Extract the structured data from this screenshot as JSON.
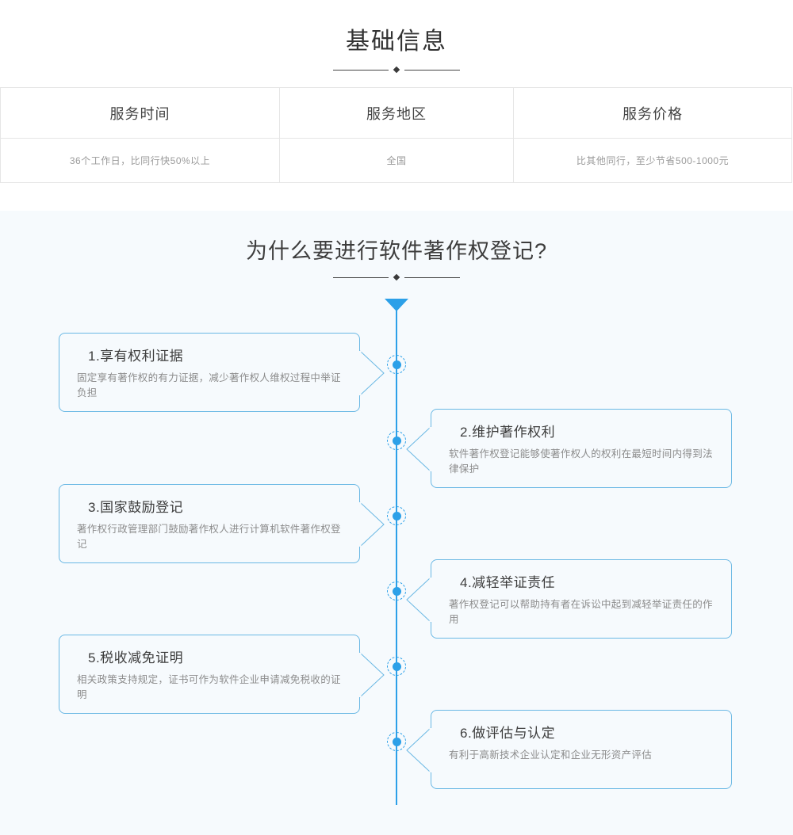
{
  "basic_info": {
    "title": "基础信息",
    "columns": [
      "服务时间",
      "服务地区",
      "服务价格"
    ],
    "values": [
      "36个工作日，比同行快50%以上",
      "全国",
      "比其他同行，至少节省500-1000元"
    ]
  },
  "why_section": {
    "title": "为什么要进行软件著作权登记?",
    "items": [
      {
        "title": "1.享有权利证据",
        "desc": "固定享有著作权的有力证据，减少著作权人维权过程中举证负担",
        "side": "left"
      },
      {
        "title": "2.维护著作权利",
        "desc": "软件著作权登记能够使著作权人的权利在最短时间内得到法律保护",
        "side": "right"
      },
      {
        "title": "3.国家鼓励登记",
        "desc": "著作权行政管理部门鼓励著作权人进行计算机软件著作权登记",
        "side": "left"
      },
      {
        "title": "4.减轻举证责任",
        "desc": "著作权登记可以帮助持有者在诉讼中起到减轻举证责任的作用",
        "side": "right"
      },
      {
        "title": "5.税收减免证明",
        "desc": "相关政策支持规定，证书可作为软件企业申请减免税收的证明",
        "side": "left"
      },
      {
        "title": "6.做评估与认定",
        "desc": "有利于高新技术企业认定和企业无形资产评估",
        "side": "right"
      }
    ]
  },
  "colors": {
    "accent": "#2ca0e8",
    "card_border": "#6ab8e4",
    "section_bg": "#f6fafd",
    "table_border": "#e6e6e6",
    "title_text": "#3d3d3d",
    "muted_text": "#8c8c8c"
  }
}
